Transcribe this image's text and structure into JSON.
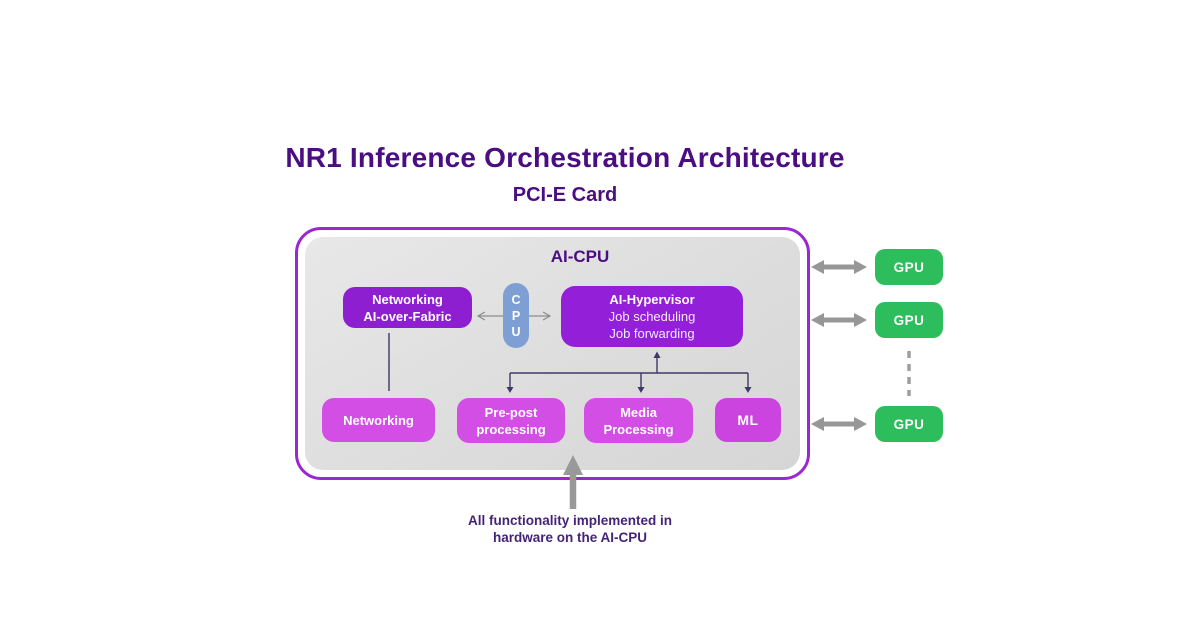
{
  "title": "NR1 Inference Orchestration Architecture",
  "subtitle": "PCI-E Card",
  "card": {
    "label": "AI-CPU",
    "fabric_box": {
      "line1": "Networking",
      "line2": "AI-over-Fabric"
    },
    "cpu_pill": {
      "letters": [
        "C",
        "P",
        "U"
      ]
    },
    "hypervisor_box": {
      "title": "AI-Hypervisor",
      "line1": "Job scheduling",
      "line2": "Job forwarding"
    },
    "networking_box": {
      "label": "Networking"
    },
    "prepost_box": {
      "line1": "Pre-post",
      "line2": "processing"
    },
    "media_box": {
      "line1": "Media",
      "line2": "Processing"
    },
    "ml_box": {
      "label": "ML"
    }
  },
  "gpus": [
    {
      "label": "GPU"
    },
    {
      "label": "GPU"
    },
    {
      "label": "GPU"
    }
  ],
  "caption": {
    "line1": "All functionality implemented in",
    "line2": "hardware on the AI-CPU"
  },
  "colors": {
    "title_purple": "#4A0D82",
    "card_border_purple": "#9B27D2",
    "panel_gray": "#DEDEDE",
    "deep_purple_box": "#8E1FD0",
    "magenta_box": "#D24EE4",
    "gpu_green": "#2EBD5C",
    "cpu_blue": "#7E9FD3",
    "connector_dark": "#3E3A66",
    "arrow_gray": "#979797",
    "caption_purple": "#452378"
  }
}
